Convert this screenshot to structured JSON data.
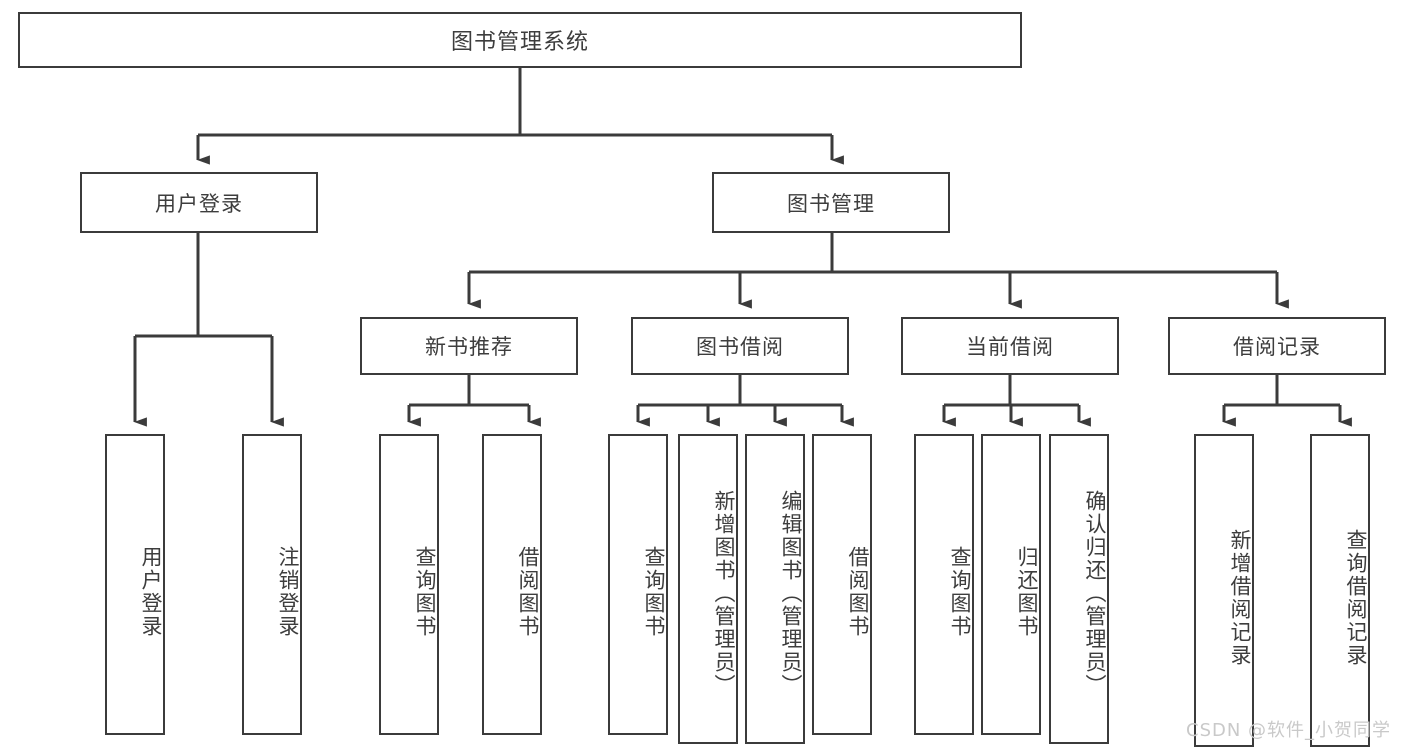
{
  "diagram": {
    "title": "图书管理系统",
    "type": "tree-hierarchy-chart",
    "watermark": "CSDN @软件_小贺同学",
    "colors": {
      "stroke": "#3b3b3b",
      "text": "#3d3d3d",
      "background": "#ffffff",
      "watermark": "#c9c9c9"
    },
    "root": {
      "label": "图书管理系统"
    },
    "level2": [
      {
        "id": "user-login",
        "label": "用户登录"
      },
      {
        "id": "book-manage",
        "label": "图书管理"
      }
    ],
    "level3": [
      {
        "id": "new-book-recommend",
        "label": "新书推荐",
        "parent": "book-manage"
      },
      {
        "id": "book-borrow",
        "label": "图书借阅",
        "parent": "book-manage"
      },
      {
        "id": "current-borrow",
        "label": "当前借阅",
        "parent": "book-manage"
      },
      {
        "id": "borrow-record",
        "label": "借阅记录",
        "parent": "book-manage"
      }
    ],
    "leaves": {
      "user-login": [
        {
          "id": "leaf-user-login",
          "label": "用户登录"
        },
        {
          "id": "leaf-logout-login",
          "label": "注销登录"
        }
      ],
      "new-book-recommend": [
        {
          "id": "leaf-query-book-1",
          "label": "查询图书"
        },
        {
          "id": "leaf-borrow-book-1",
          "label": "借阅图书"
        }
      ],
      "book-borrow": [
        {
          "id": "leaf-query-book-2",
          "label": "查询图书"
        },
        {
          "id": "leaf-add-book",
          "label": "新增图书（管理员）"
        },
        {
          "id": "leaf-edit-book",
          "label": "编辑图书（管理员）"
        },
        {
          "id": "leaf-borrow-book-2",
          "label": "借阅图书"
        }
      ],
      "current-borrow": [
        {
          "id": "leaf-query-book-3",
          "label": "查询图书"
        },
        {
          "id": "leaf-return-book",
          "label": "归还图书"
        },
        {
          "id": "leaf-confirm-return",
          "label": "确认归还（管理员）"
        }
      ],
      "borrow-record": [
        {
          "id": "leaf-add-record",
          "label": "新增借阅记录"
        },
        {
          "id": "leaf-query-record",
          "label": "查询借阅记录"
        }
      ]
    }
  }
}
